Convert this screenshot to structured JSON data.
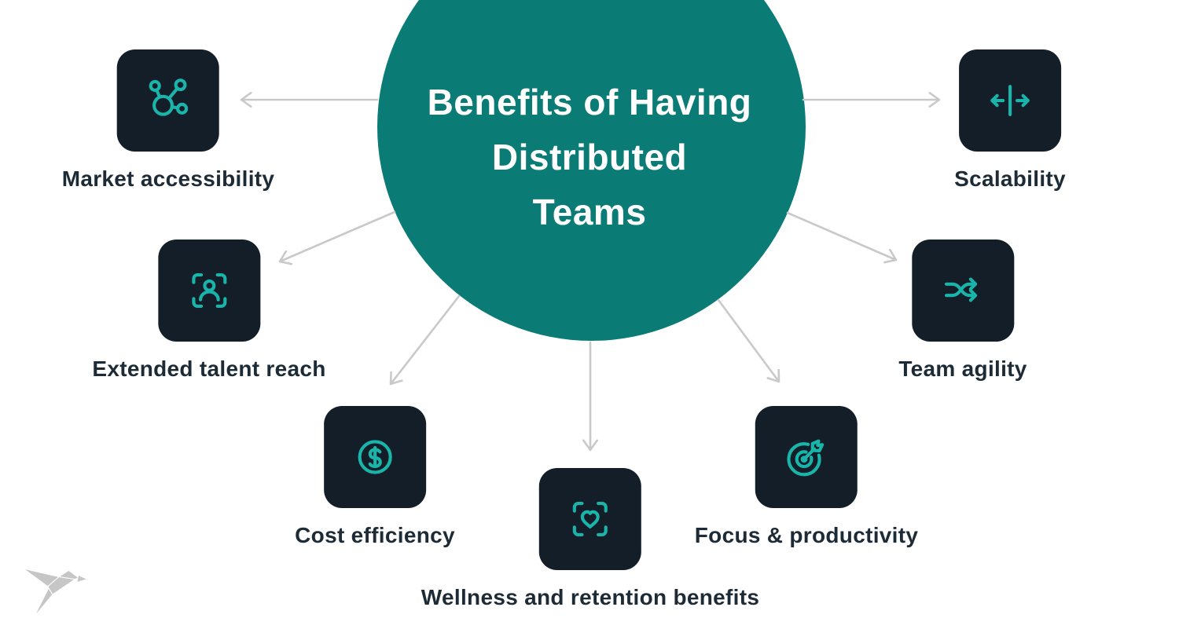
{
  "title": {
    "lines": [
      "Benefits of Having",
      "Distributed",
      "Teams"
    ]
  },
  "nodes": [
    {
      "id": "market-accessibility",
      "label": "Market accessibility",
      "icon": "network-nodes-icon"
    },
    {
      "id": "scalability",
      "label": "Scalability",
      "icon": "expand-horizontal-icon"
    },
    {
      "id": "extended-talent-reach",
      "label": "Extended talent reach",
      "icon": "person-scan-icon"
    },
    {
      "id": "team-agility",
      "label": "Team agility",
      "icon": "shuffle-arrows-icon"
    },
    {
      "id": "cost-efficiency",
      "label": "Cost efficiency",
      "icon": "dollar-coin-icon"
    },
    {
      "id": "wellness-retention",
      "label": "Wellness and retention benefits",
      "icon": "heart-scan-icon"
    },
    {
      "id": "focus-productivity",
      "label": "Focus & productivity",
      "icon": "target-dart-icon"
    }
  ],
  "colors": {
    "background": "#ffffff",
    "circle_fill": "#0b7c75",
    "title_text": "#ffffff",
    "icon_box_fill": "#131e28",
    "icon_stroke": "#1ab5aa",
    "label_text": "#1d2b36",
    "arrow": "#c9c9c9",
    "logo": "#c6c6c6"
  },
  "logo": {
    "name": "origami-bird-logo"
  }
}
